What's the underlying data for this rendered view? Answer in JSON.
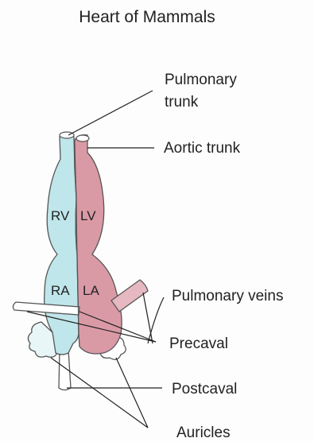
{
  "title": "Heart of Mammals",
  "chambers": {
    "rv": "RV",
    "lv": "LV",
    "ra": "RA",
    "la": "LA"
  },
  "labels": {
    "pulmonary_trunk_line1": "Pulmonary",
    "pulmonary_trunk_line2": "trunk",
    "aortic_trunk": "Aortic trunk",
    "pulmonary_veins": "Pulmonary veins",
    "precaval": "Precaval",
    "postcaval": "Postcaval",
    "auricles": "Auricles"
  },
  "colors": {
    "right_side": "#bfe6ea",
    "left_side": "#d99aa6",
    "outline": "#555555",
    "leader_line": "#222222"
  }
}
